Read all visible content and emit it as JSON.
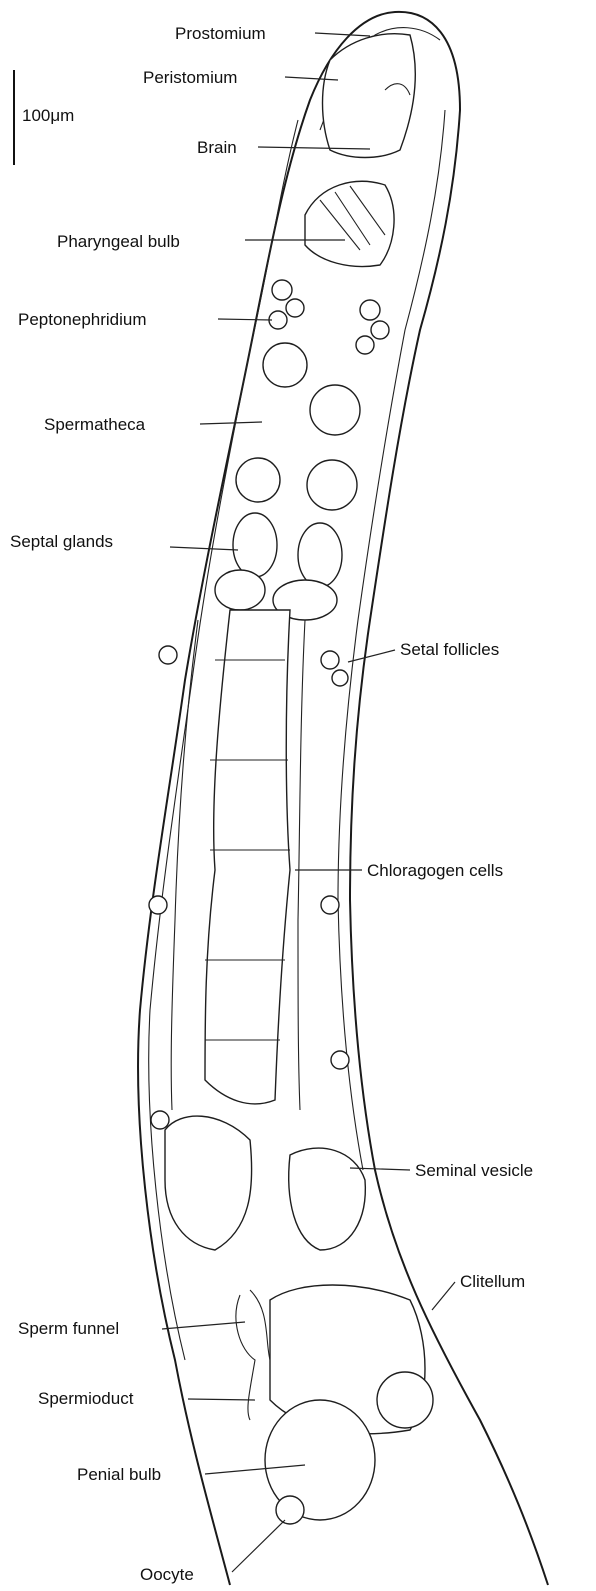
{
  "scale_bar": {
    "label": "100μm"
  },
  "labels": {
    "prostomium": "Prostomium",
    "peristomium": "Peristomium",
    "brain": "Brain",
    "pharyngeal_bulb": "Pharyngeal bulb",
    "peptonephridium": "Peptonephridium",
    "spermatheca": "Spermatheca",
    "septal_glands": "Septal glands",
    "setal_follicles": "Setal follicles",
    "chloragogen_cells": "Chloragogen cells",
    "seminal_vesicle": "Seminal vesicle",
    "clitellum": "Clitellum",
    "sperm_funnel": "Sperm funnel",
    "spermioduct": "Spermioduct",
    "penial_bulb": "Penial bulb",
    "oocyte": "Oocyte"
  },
  "colors": {
    "ink": "#111111",
    "paper": "#ffffff",
    "stipple": "#555555"
  }
}
